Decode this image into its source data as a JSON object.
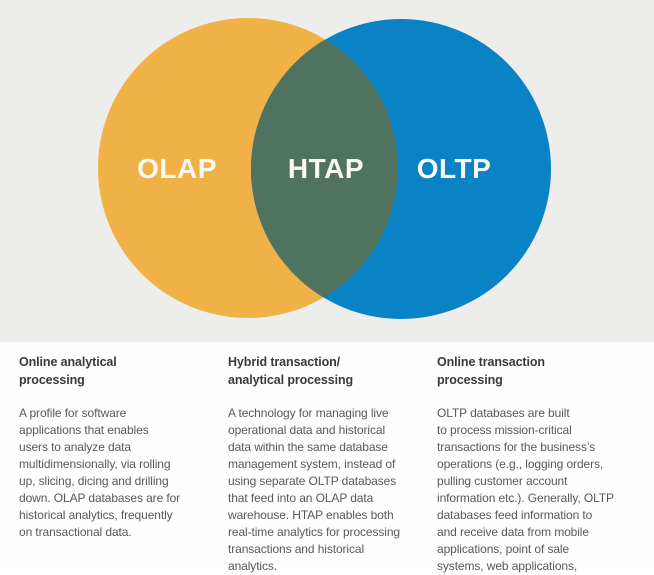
{
  "venn": {
    "background_color": "#ededeb",
    "label_color": "#faf8f2",
    "sets": [
      {
        "id": "olap",
        "label": "OLAP",
        "color": "#f0b246"
      },
      {
        "id": "htap",
        "label": "HTAP",
        "color": "#50735f"
      },
      {
        "id": "oltp",
        "label": "OLTP",
        "color": "#0a82c6"
      }
    ]
  },
  "columns": [
    {
      "heading": "Online analytical\nprocessing",
      "body": "A profile for software\napplications that enables\nusers to analyze data\nmultidimensionally, via rolling\nup, slicing, dicing and drilling\ndown. OLAP databases are for\nhistorical analytics, frequently\non transactional data."
    },
    {
      "heading": "Hybrid transaction/\nanalytical processing",
      "body": "A technology for managing live\noperational data and historical\ndata within the same database\nmanagement system, instead of\nusing separate OLTP databases\nthat feed into an OLAP data\nwarehouse. HTAP enables both\nreal-time analytics for processing\ntransactions and historical\nanalytics."
    },
    {
      "heading": "Online transaction\nprocessing",
      "body": "OLTP databases are built\nto process mission-critical\ntransactions for the business’s\noperations (e.g., logging orders,\npulling customer account\ninformation etc.). Generally, OLTP\ndatabases feed information to\nand receive data from mobile\napplications, point of sale\nsystems, web applications,"
    }
  ]
}
